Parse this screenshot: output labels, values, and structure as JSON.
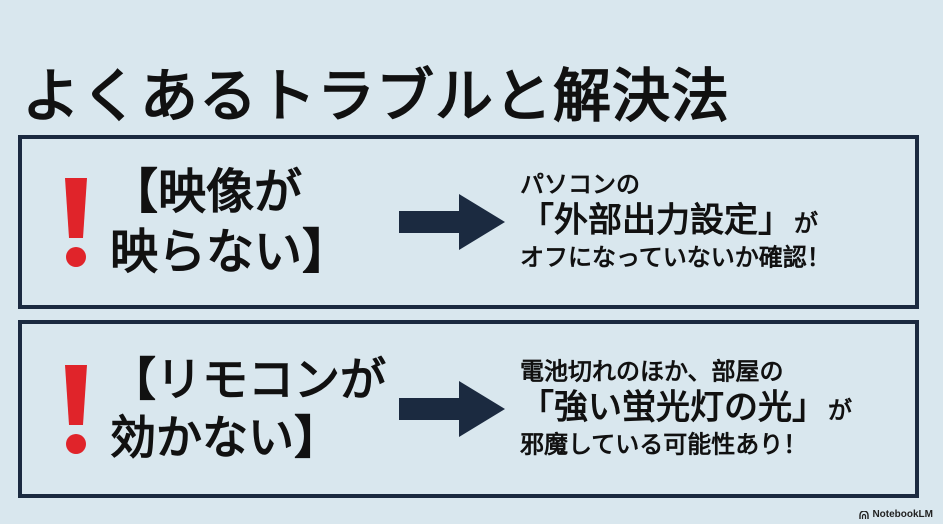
{
  "title": "よくあるトラブルと解決法",
  "colors": {
    "background": "#d9e7ee",
    "border": "#1b2a40",
    "arrow": "#1b2a40",
    "alert": "#e0242a",
    "text": "#111111"
  },
  "cards": [
    {
      "alert_icon": "exclamation-icon",
      "problem_line1": "【映像が",
      "problem_line2": "映らない】",
      "arrow_icon": "right-arrow-icon",
      "solution_pre": "パソコンの",
      "solution_main": "「外部出力設定」",
      "solution_tail": "が",
      "solution_post": "オフになっていないか確認！"
    },
    {
      "alert_icon": "exclamation-icon",
      "problem_line1": "【リモコンが",
      "problem_line2": "効かない】",
      "arrow_icon": "right-arrow-icon",
      "solution_pre": "電池切れのほか、部屋の",
      "solution_main": "「強い蛍光灯の光」",
      "solution_tail": "が",
      "solution_post": "邪魔している可能性あり！"
    }
  ],
  "watermark": {
    "icon": "notebooklm-icon",
    "label": "NotebookLM"
  }
}
